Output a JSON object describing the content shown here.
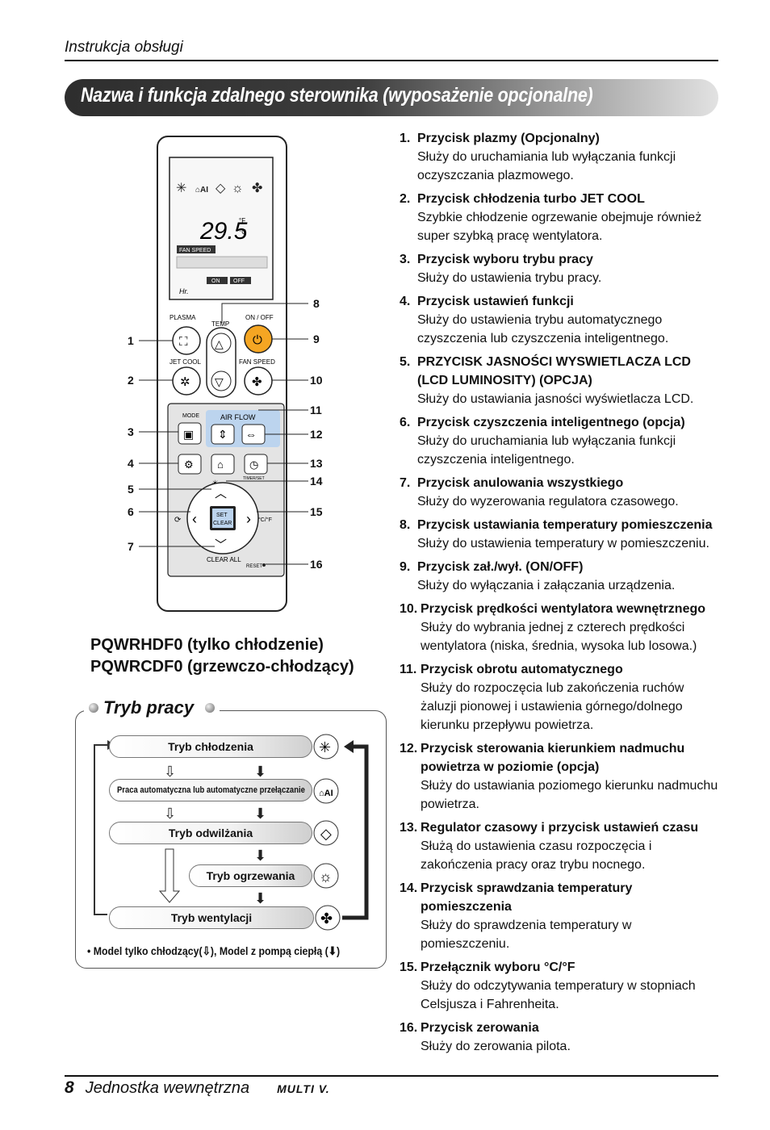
{
  "header": {
    "section": "Instrukcja obsługi"
  },
  "title": "Nazwa i funkcja zdalnego sterownika (wyposażenie opcjonalne)",
  "remote": {
    "display_temp": "29.5",
    "unit_f": "°F",
    "unit_c": "°C",
    "fan_speed": "FAN SPEED",
    "on": "ON",
    "off": "OFF",
    "hr": "Hr.",
    "labels": {
      "plasma": "PLASMA",
      "on_off": "ON / OFF",
      "temp": "TEMP",
      "jet_cool": "JET COOL",
      "fan_speed": "FAN SPEED",
      "mode": "MODE",
      "air_flow": "AIR FLOW",
      "timer": "TIMER/SET",
      "set": "SET",
      "clear": "CLEAR",
      "clear_all": "CLEAR ALL",
      "reset": "RESET",
      "cf": "°C/°F"
    },
    "callouts": [
      "1",
      "2",
      "3",
      "4",
      "5",
      "6",
      "7",
      "8",
      "9",
      "10",
      "11",
      "12",
      "13",
      "14",
      "15",
      "16"
    ]
  },
  "models": [
    "PQWRHDF0 (tylko chłodzenie)",
    "PQWRCDF0 (grzewczo-chłodzący)"
  ],
  "mode_section": {
    "title": "Tryb pracy",
    "modes": [
      "Tryb chłodzenia",
      "Praca automatyczna lub automatyczne przełączanie",
      "Tryb odwilżania",
      "Tryb ogrzewania",
      "Tryb wentylacji"
    ],
    "note": "• Model tylko chłodzący(⇩), Model z pompą ciepłą (⬇)"
  },
  "items": [
    {
      "num": "1.",
      "title": "Przycisk plazmy (Opcjonalny)",
      "desc": "Służy do uruchamiania lub wyłączania funkcji oczyszczania plazmowego."
    },
    {
      "num": "2.",
      "title": "Przycisk chłodzenia turbo JET COOL",
      "desc": "Szybkie chłodzenie ogrzewanie obejmuje również super szybką pracę wentylatora."
    },
    {
      "num": "3.",
      "title": "Przycisk wyboru trybu pracy",
      "desc": "Służy do ustawienia trybu pracy."
    },
    {
      "num": "4.",
      "title": "Przycisk ustawień funkcji",
      "desc": "Służy do ustawienia trybu automatycznego czyszczenia lub czyszczenia inteligentnego."
    },
    {
      "num": "5.",
      "title": "PRZYCISK JASNOŚCI WYSWIETLACZA LCD (LCD LUMINOSITY) (OPCJA)",
      "desc": "Służy do ustawiania jasności wyświetlacza LCD."
    },
    {
      "num": "6.",
      "title": "Przycisk czyszczenia inteligentnego (opcja)",
      "desc": "Służy do uruchamiania lub wyłączania funkcji czyszczenia inteligentnego."
    },
    {
      "num": "7.",
      "title": "Przycisk anulowania wszystkiego",
      "desc": "Służy do wyzerowania regulatora czasowego."
    },
    {
      "num": "8.",
      "title": "Przycisk ustawiania temperatury pomieszczenia",
      "desc": "Służy do ustawienia temperatury w pomieszczeniu."
    },
    {
      "num": "9.",
      "title": "Przycisk zał./wył. (ON/OFF)",
      "desc": "Służy do wyłączania i załączania urządzenia."
    },
    {
      "num": "10.",
      "title": "Przycisk prędkości wentylatora wewnętrznego",
      "desc": "Służy do wybrania jednej z czterech prędkości wentylatora (niska, średnia, wysoka lub losowa.)"
    },
    {
      "num": "11.",
      "title": "Przycisk obrotu automatycznego",
      "desc": "Służy do rozpoczęcia lub zakończenia ruchów żaluzji pionowej i ustawienia górnego/dolnego kierunku przepływu powietrza."
    },
    {
      "num": "12.",
      "title": "Przycisk sterowania kierunkiem nadmuchu powietrza w poziomie (opcja)",
      "desc": "Służy do ustawiania poziomego kierunku nadmuchu powietrza."
    },
    {
      "num": "13.",
      "title": "Regulator czasowy i przycisk ustawień czasu",
      "desc": "Służą do ustawienia czasu rozpoczęcia i zakończenia pracy oraz trybu nocnego."
    },
    {
      "num": "14.",
      "title": "Przycisk sprawdzania temperatury pomieszczenia",
      "desc": "Służy do sprawdzenia temperatury w pomieszczeniu."
    },
    {
      "num": "15.",
      "title": "Przełącznik wyboru °C/°F",
      "desc": "Służy do odczytywania temperatury w stopniach Celsjusza i Fahrenheita."
    },
    {
      "num": "16.",
      "title": "Przycisk zerowania",
      "desc": "Służy do zerowania pilota."
    }
  ],
  "footer": {
    "page": "8",
    "text": "Jednostka wewnętrzna",
    "logo": "MULTI V."
  }
}
